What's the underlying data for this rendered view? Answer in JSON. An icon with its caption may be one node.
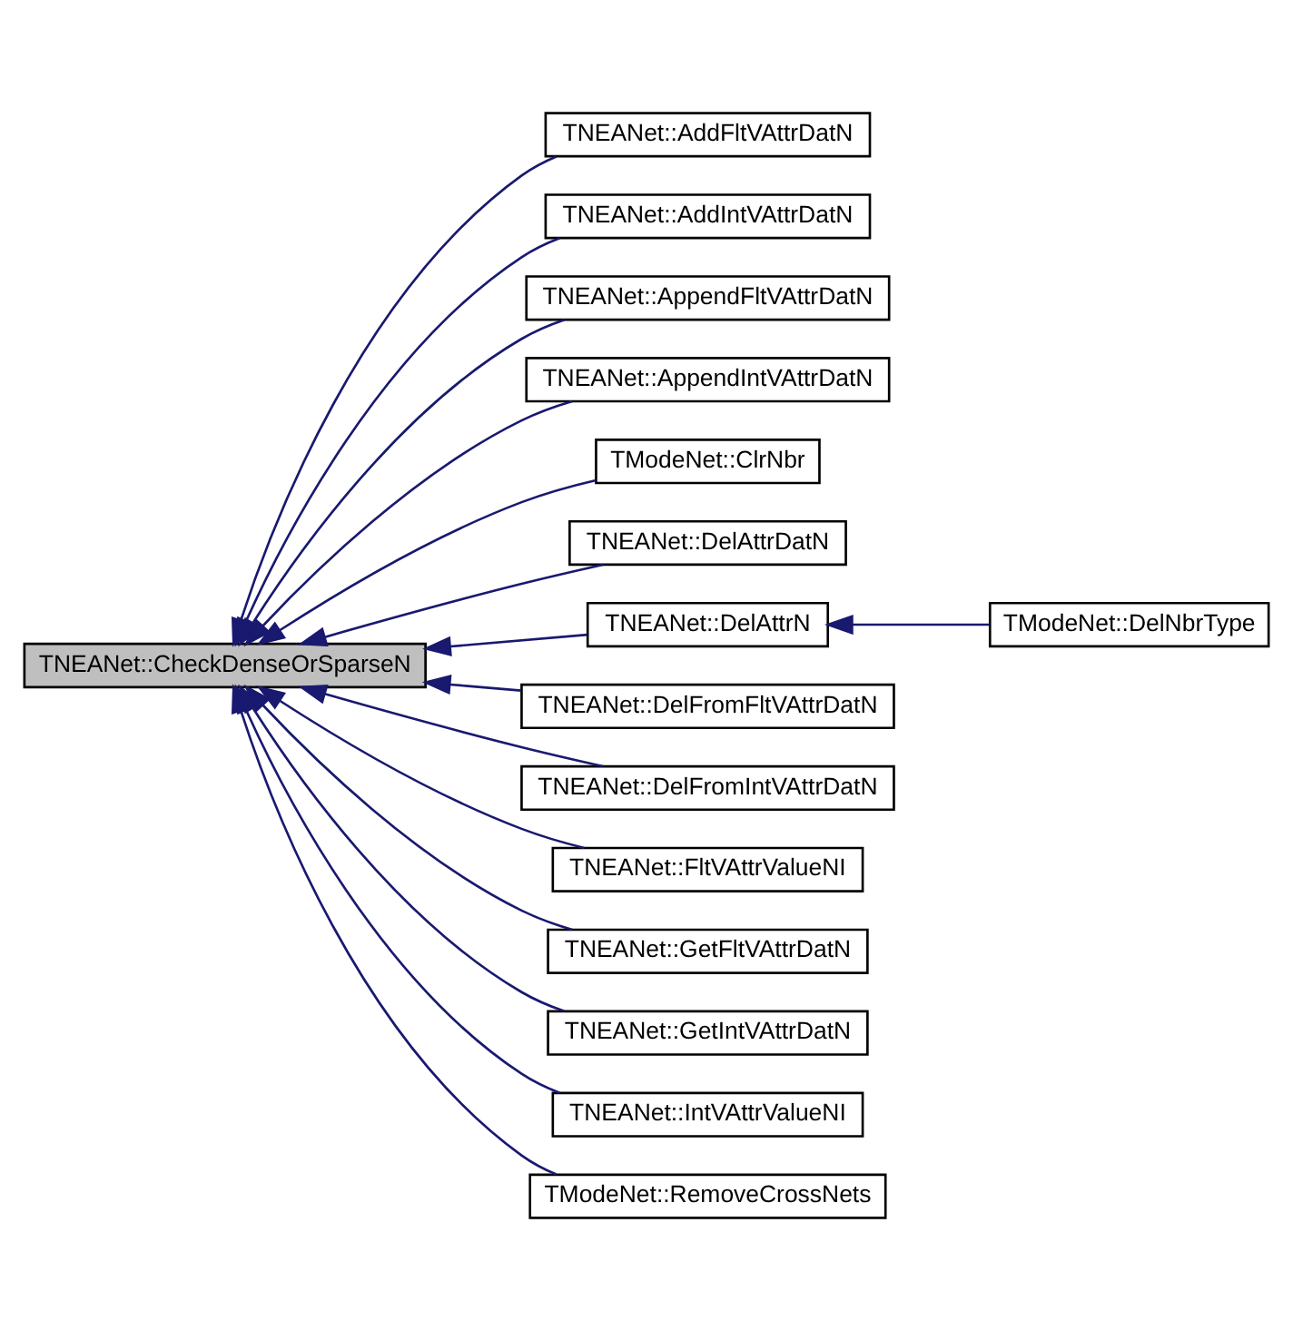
{
  "diagram": {
    "nodes": [
      {
        "text": [
          "TNEANet::CheckDenseOrSparseN"
        ]
      },
      {
        "text": [
          "TNEANet::AddFltVAttrDatN"
        ]
      },
      {
        "text": [
          "TNEANet::AddIntVAttrDatN"
        ]
      },
      {
        "text": [
          "TNEANet::AppendFltVAttrDatN"
        ]
      },
      {
        "text": [
          "TNEANet::AppendIntVAttrDatN"
        ]
      },
      {
        "text": [
          "TModeNet::ClrNbr"
        ]
      },
      {
        "text": [
          "TNEANet::DelAttrDatN"
        ]
      },
      {
        "text": [
          "TNEANet::DelAttrN"
        ]
      },
      {
        "text": [
          "TNEANet::DelFromFltVAttrDatN"
        ]
      },
      {
        "text": [
          "TNEANet::DelFromIntVAttrDatN"
        ]
      },
      {
        "text": [
          "TNEANet::FltVAttrValueNI"
        ]
      },
      {
        "text": [
          "TNEANet::GetFltVAttrDatN"
        ]
      },
      {
        "text": [
          "TNEANet::GetIntVAttrDatN"
        ]
      },
      {
        "text": [
          "TNEANet::IntVAttrValueNI"
        ]
      },
      {
        "text": [
          "TModeNet::RemoveCrossNets"
        ]
      },
      {
        "text": [
          "TModeNet::DelNbrType"
        ]
      }
    ],
    "edges": [
      {
        "from": 1,
        "to": 0,
        "arrow": "to"
      },
      {
        "from": 2,
        "to": 0,
        "arrow": "to"
      },
      {
        "from": 3,
        "to": 0,
        "arrow": "to"
      },
      {
        "from": 4,
        "to": 0,
        "arrow": "to"
      },
      {
        "from": 5,
        "to": 0,
        "arrow": "to"
      },
      {
        "from": 6,
        "to": 0,
        "arrow": "to"
      },
      {
        "from": 7,
        "to": 0,
        "arrow": "to"
      },
      {
        "from": 8,
        "to": 0,
        "arrow": "to"
      },
      {
        "from": 9,
        "to": 0,
        "arrow": "to"
      },
      {
        "from": 10,
        "to": 0,
        "arrow": "to"
      },
      {
        "from": 11,
        "to": 0,
        "arrow": "to"
      },
      {
        "from": 12,
        "to": 0,
        "arrow": "to"
      },
      {
        "from": 13,
        "to": 0,
        "arrow": "to"
      },
      {
        "from": 14,
        "to": 0,
        "arrow": "to"
      },
      {
        "from": 15,
        "to": 7,
        "arrow": "to"
      }
    ]
  }
}
